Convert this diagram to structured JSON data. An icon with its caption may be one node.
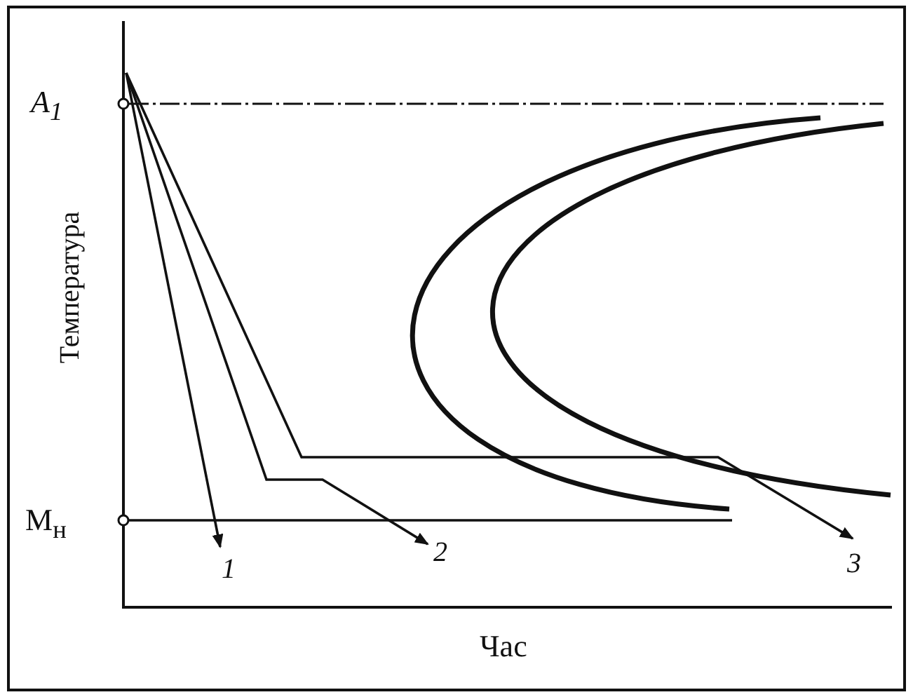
{
  "diagram": {
    "labels": [
      "A$_{1}$",
      "Температура",
      "M$_{н}$",
      "1",
      "2",
      "3",
      "Час"
    ]
  }
}
